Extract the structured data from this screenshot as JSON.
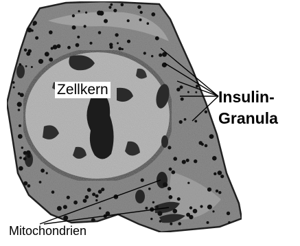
{
  "image": {
    "subject": "electron micrograph of an insulin-producing cell",
    "colors": {
      "cytoplasm": "#8c8c8c",
      "nucleus": "#9a9a9a",
      "membrane": "#1a1a1a",
      "granule": "#111111",
      "background": "#ffffff"
    }
  },
  "labels": {
    "nucleus": "Zellkern",
    "insulin_line1": "Insulin-",
    "insulin_line2": "Granula",
    "mitochondria": "Mitochondrien"
  }
}
